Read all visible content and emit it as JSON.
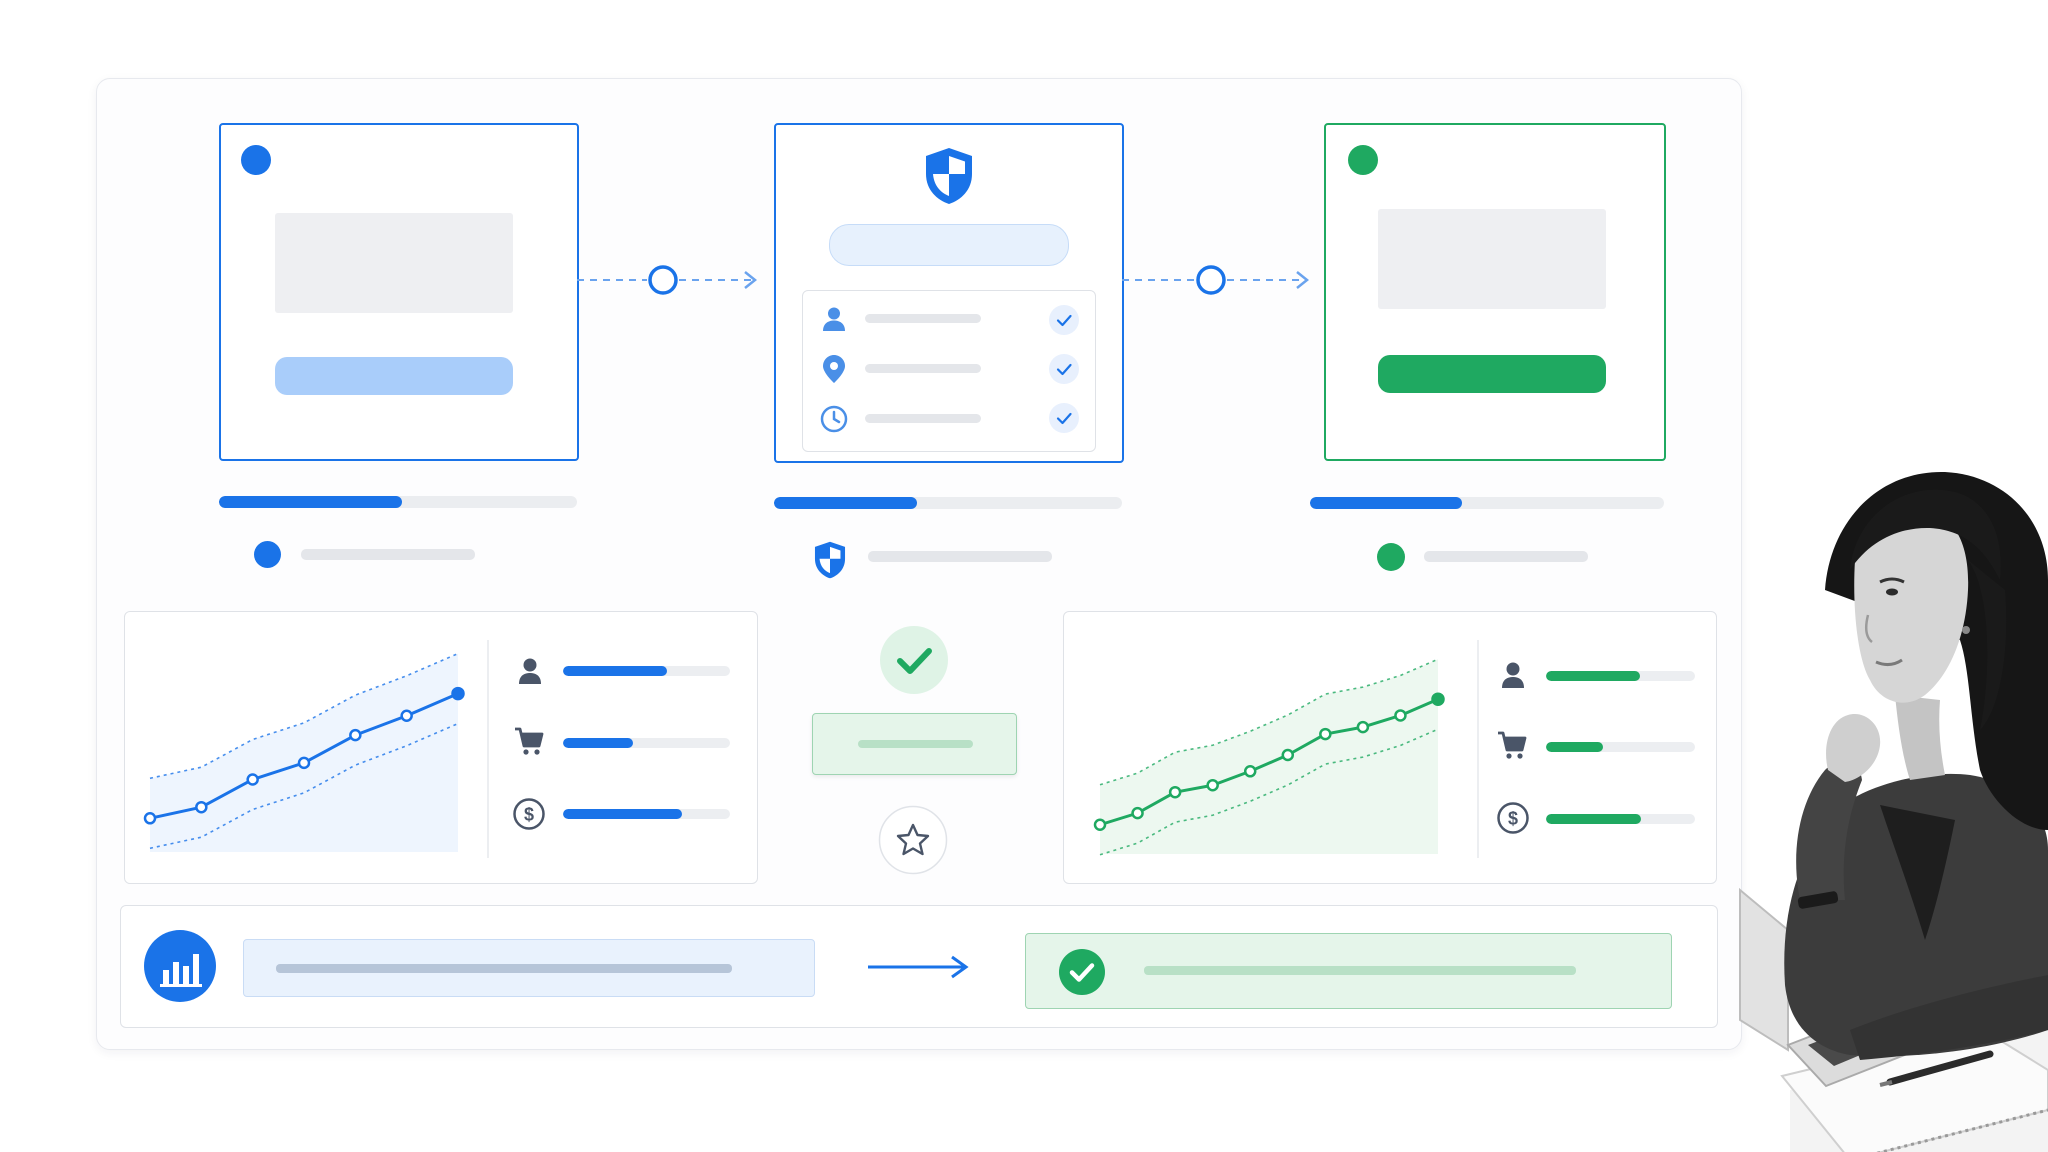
{
  "colors": {
    "blue": "#1a73e8",
    "green": "#1fa961",
    "light_blue": "#a9cdfa",
    "pale_blue": "#e7f1fd",
    "pale_green": "#e5f5ea",
    "grey": "#ebedf0"
  },
  "steps": [
    {
      "name": "step-1",
      "accent": "blue",
      "progress": 0.51
    },
    {
      "name": "step-2",
      "accent": "blue",
      "progress": 0.41
    },
    {
      "name": "step-3",
      "accent": "green",
      "progress": 0.43
    }
  ],
  "verification_checklist": [
    {
      "icon": "person-icon",
      "checked": true
    },
    {
      "icon": "location-pin-icon",
      "checked": true
    },
    {
      "icon": "clock-icon",
      "checked": true
    }
  ],
  "analytics_left": {
    "metrics": [
      {
        "icon": "person-icon",
        "value": 0.62
      },
      {
        "icon": "shopping-cart-icon",
        "value": 0.42
      },
      {
        "icon": "dollar-icon",
        "value": 0.71
      }
    ]
  },
  "analytics_right": {
    "metrics": [
      {
        "icon": "person-icon",
        "value": 0.63
      },
      {
        "icon": "shopping-cart-icon",
        "value": 0.38
      },
      {
        "icon": "dollar-icon",
        "value": 0.64
      }
    ]
  },
  "chart_data": [
    {
      "type": "line",
      "series": [
        {
          "values": [
            10,
            14,
            24,
            30,
            40,
            47,
            55
          ]
        }
      ],
      "ylim": [
        0,
        70
      ],
      "grid": false
    },
    {
      "type": "line",
      "series": [
        {
          "values": [
            10,
            15,
            24,
            27,
            33,
            40,
            49,
            52,
            57,
            64
          ]
        }
      ],
      "ylim": [
        0,
        80
      ],
      "grid": false
    }
  ],
  "icons": {
    "shield": "shield-icon",
    "check": "check-icon",
    "star": "star-icon",
    "analytics": "bar-chart-icon",
    "arrow": "arrow-right-icon"
  }
}
